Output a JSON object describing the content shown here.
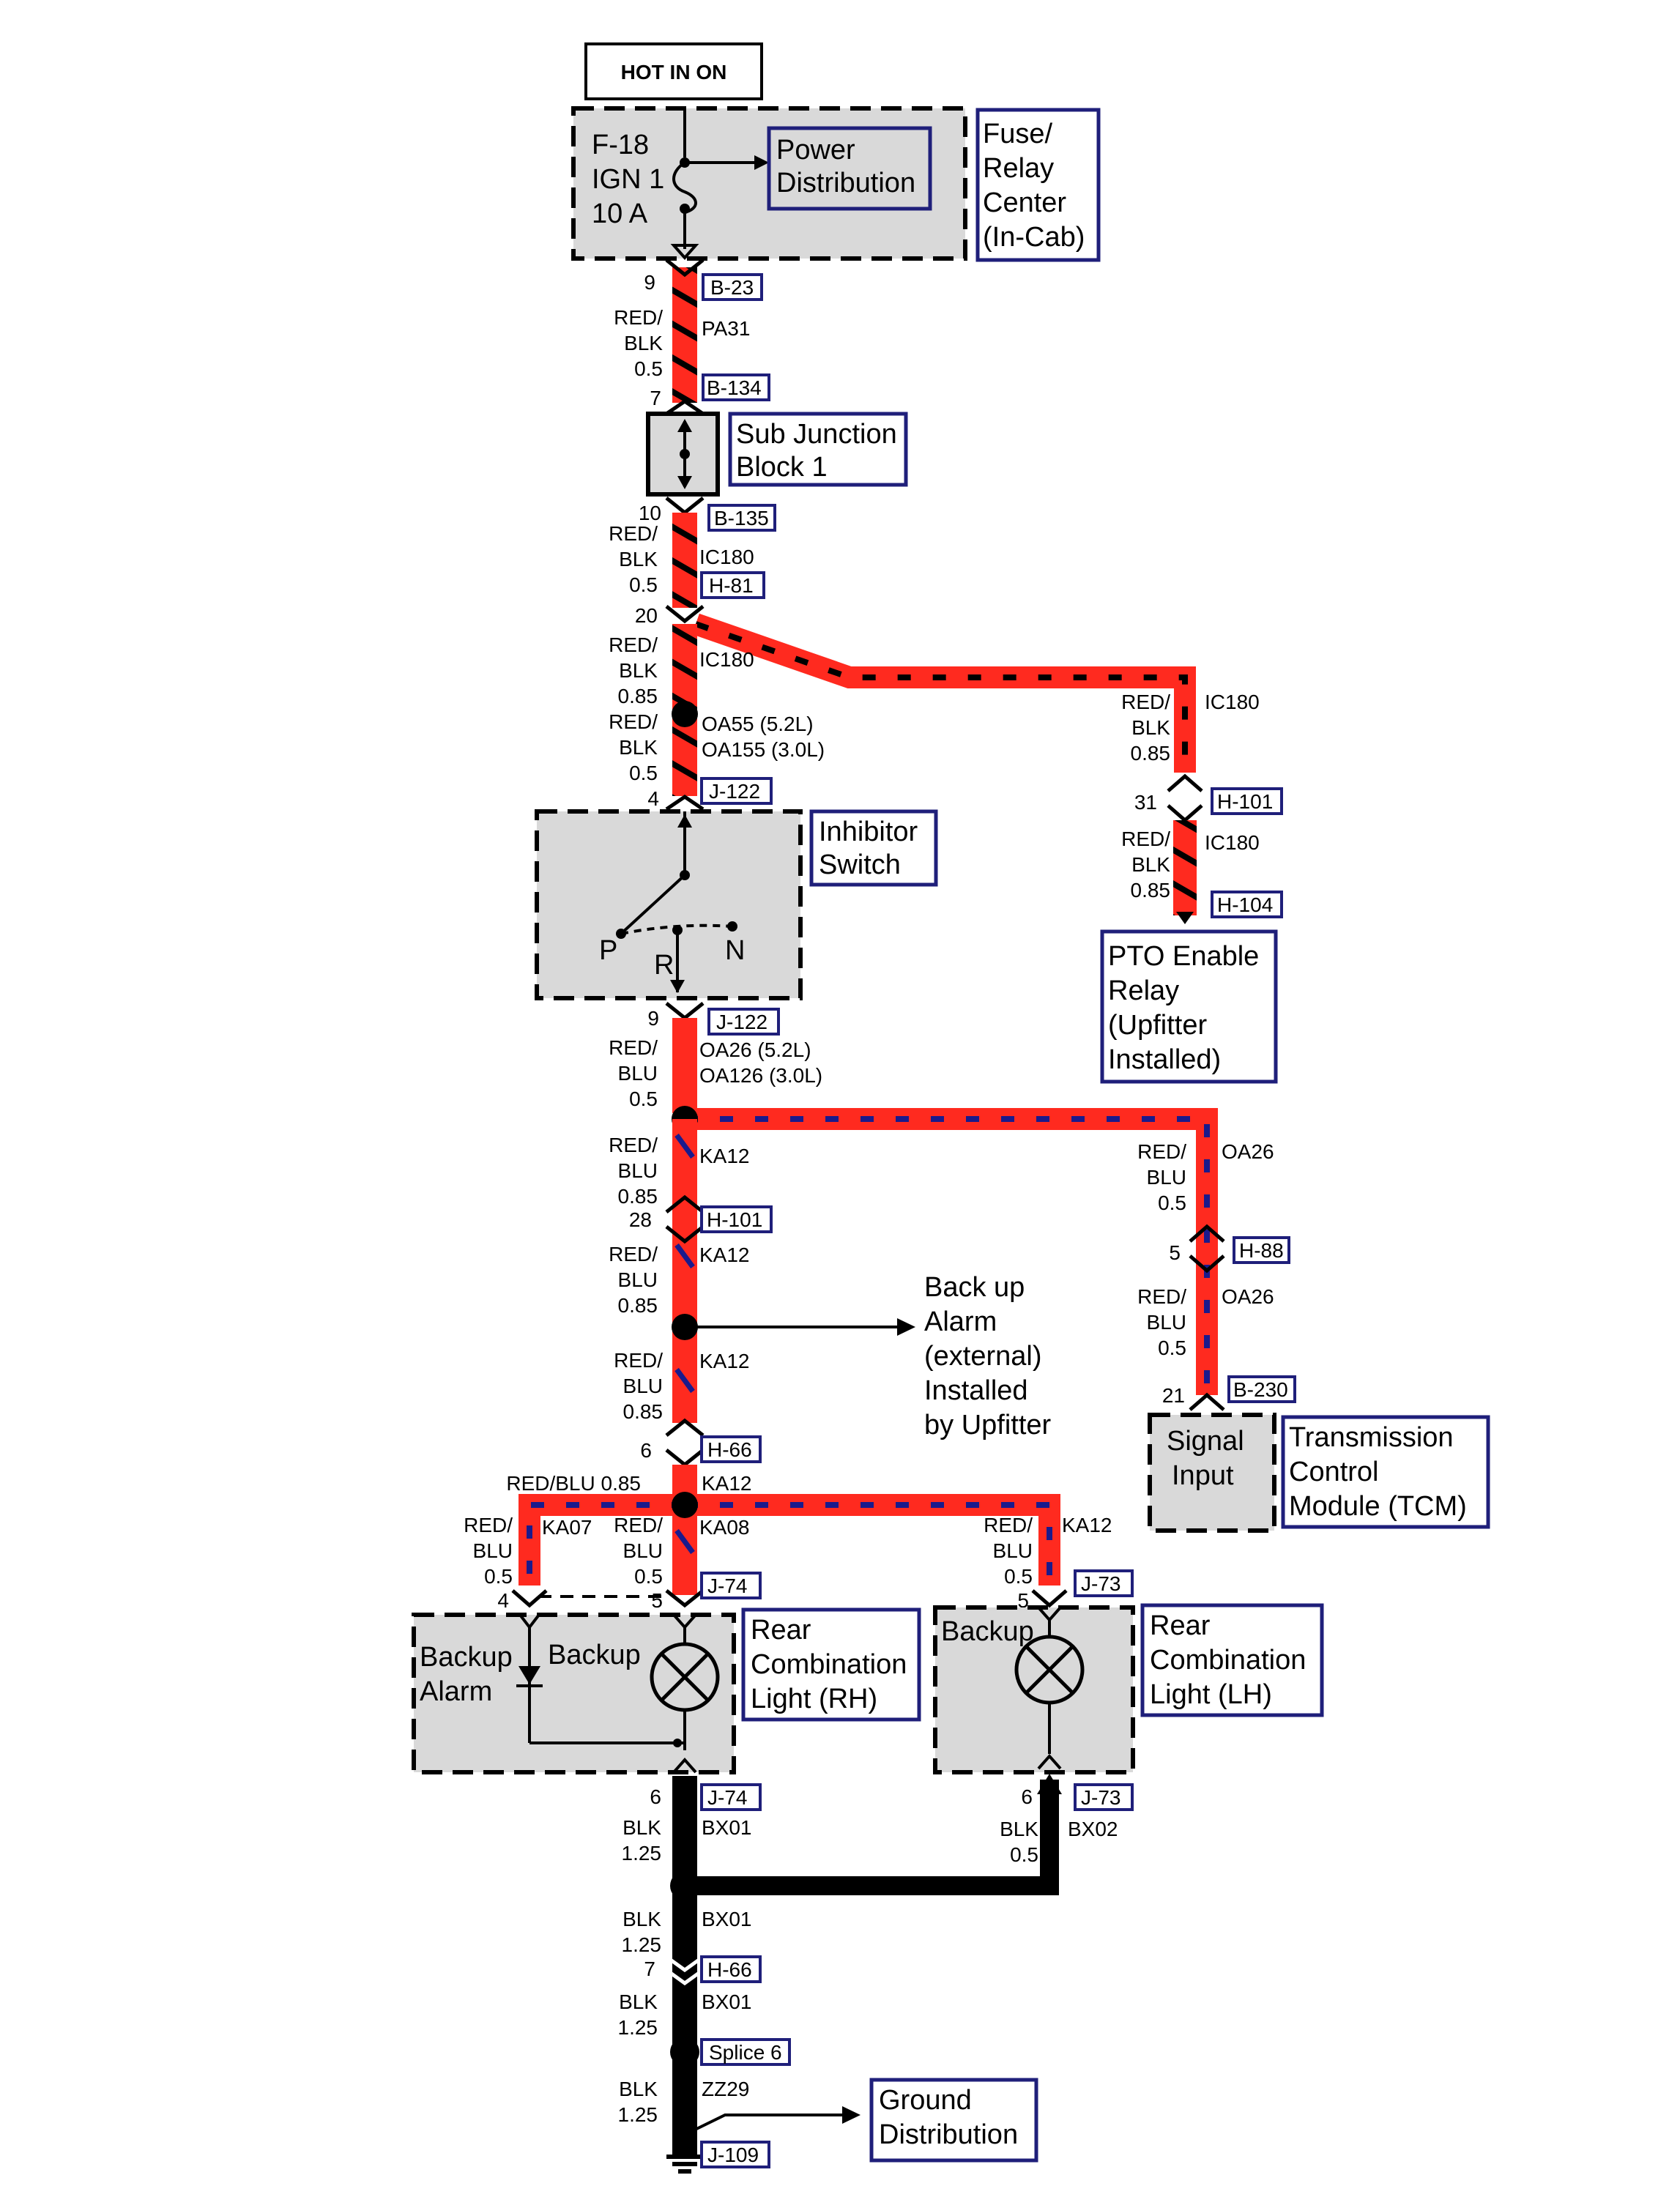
{
  "header": {
    "hot_in_on": "HOT IN ON"
  },
  "fuse_box": {
    "fuse_line1": "F-18",
    "fuse_line2": "IGN 1",
    "fuse_line3": "10 A",
    "power_dist_line1": "Power",
    "power_dist_line2": "Distribution",
    "center_line1": "Fuse/",
    "center_line2": "Relay",
    "center_line3": "Center",
    "center_line4": "(In-Cab)"
  },
  "sub_junction": {
    "line1": "Sub Junction",
    "line2": "Block 1"
  },
  "inhibitor": {
    "line1": "Inhibitor",
    "line2": "Switch",
    "p": "P",
    "r": "R",
    "n": "N"
  },
  "pto_relay": {
    "line1": "PTO Enable",
    "line2": "Relay",
    "line3": "(Upfitter",
    "line4": "Installed)"
  },
  "backup_alarm_ext": {
    "line1": "Back up",
    "line2": "Alarm",
    "line3": "(external)",
    "line4": "Installed",
    "line5": "by Upfitter"
  },
  "tcm": {
    "signal1": "Signal",
    "signal2": "Input",
    "line1": "Transmission",
    "line2": "Control",
    "line3": "Module (TCM)"
  },
  "rcl_rh": {
    "alarm1": "Backup",
    "alarm2": "Alarm",
    "lamp": "Backup",
    "line1": "Rear",
    "line2": "Combination",
    "line3": "Light (RH)"
  },
  "rcl_lh": {
    "lamp": "Backup",
    "line1": "Rear",
    "line2": "Combination",
    "line3": "Light (LH)"
  },
  "ground_dist": {
    "line1": "Ground",
    "line2": "Distribution"
  },
  "connectors": {
    "b23": "B-23",
    "b134": "B-134",
    "b135": "B-135",
    "h81": "H-81",
    "j122a": "J-122",
    "j122b": "J-122",
    "h101a": "H-101",
    "h104": "H-104",
    "h101b": "H-101",
    "h88": "H-88",
    "b230": "B-230",
    "h66a": "H-66",
    "j74a": "J-74",
    "j73a": "J-73",
    "j74b": "J-74",
    "j73b": "J-73",
    "h66b": "H-66",
    "splice6": "Splice 6",
    "j109": "J-109"
  },
  "pins": {
    "p9a": "9",
    "p7a": "7",
    "p10": "10",
    "p20": "20",
    "p4a": "4",
    "p31": "31",
    "p9b": "9",
    "p28": "28",
    "p5a": "5",
    "p21": "21",
    "p6a": "6",
    "p4b": "4",
    "p5b": "5",
    "p5c": "5",
    "p6b": "6",
    "p6c": "6",
    "p7b": "7"
  },
  "wires": {
    "pa31": {
      "c1": "RED/",
      "c2": "BLK",
      "size": "0.5",
      "circuit": "PA31"
    },
    "ic180a": {
      "c1": "RED/",
      "c2": "BLK",
      "size": "0.5",
      "circuit": "IC180"
    },
    "ic180b": {
      "c1": "RED/",
      "c2": "BLK",
      "size": "0.85",
      "circuit": "IC180"
    },
    "oa55": {
      "c1": "RED/",
      "c2": "BLK",
      "size": "0.5",
      "circuit1": "OA55 (5.2L)",
      "circuit2": "OA155 (3.0L)"
    },
    "ic180c": {
      "c1": "RED/",
      "c2": "BLK",
      "size": "0.85",
      "circuit": "IC180"
    },
    "ic180d": {
      "c1": "RED/",
      "c2": "BLK",
      "size": "0.85",
      "circuit": "IC180"
    },
    "oa26": {
      "c1": "RED/",
      "c2": "BLU",
      "size": "0.5",
      "circuit1": "OA26 (5.2L)",
      "circuit2": "OA126 (3.0L)"
    },
    "ka12a": {
      "c1": "RED/",
      "c2": "BLU",
      "size": "0.85",
      "circuit": "KA12"
    },
    "oa26b": {
      "c1": "RED/",
      "c2": "BLU",
      "size": "0.5",
      "circuit": "OA26"
    },
    "ka12b": {
      "c1": "RED/",
      "c2": "BLU",
      "size": "0.85",
      "circuit": "KA12"
    },
    "oa26c": {
      "c1": "RED/",
      "c2": "BLU",
      "size": "0.5",
      "circuit": "OA26"
    },
    "ka12c": {
      "c1": "RED/",
      "c2": "BLU",
      "size": "0.85",
      "circuit": "KA12"
    },
    "ka12d": {
      "full": "RED/BLU 0.85",
      "circuit": "KA12"
    },
    "ka07": {
      "c1": "RED/",
      "c2": "BLU",
      "size": "0.5",
      "circuit": "KA07"
    },
    "ka08": {
      "c1": "RED/",
      "c2": "BLU",
      "size": "0.5",
      "circuit": "KA08"
    },
    "ka12e": {
      "c1": "RED/",
      "c2": "BLU",
      "size": "0.5",
      "circuit": "KA12"
    },
    "bx01a": {
      "c1": "BLK",
      "size": "1.25",
      "circuit": "BX01"
    },
    "bx02": {
      "c1": "BLK",
      "size": "0.5",
      "circuit": "BX02"
    },
    "bx01b": {
      "c1": "BLK",
      "size": "1.25",
      "circuit": "BX01"
    },
    "bx01c": {
      "c1": "BLK",
      "size": "1.25",
      "circuit": "BX01"
    },
    "zz29": {
      "c1": "BLK",
      "size": "1.25",
      "circuit": "ZZ29"
    }
  },
  "colors": {
    "red_wire": "#ff2a1f",
    "stripe_black": "#000000",
    "stripe_blue": "#1a1a8c",
    "component_fill": "#d9d9d9",
    "tag_border": "#1f1f7a"
  }
}
